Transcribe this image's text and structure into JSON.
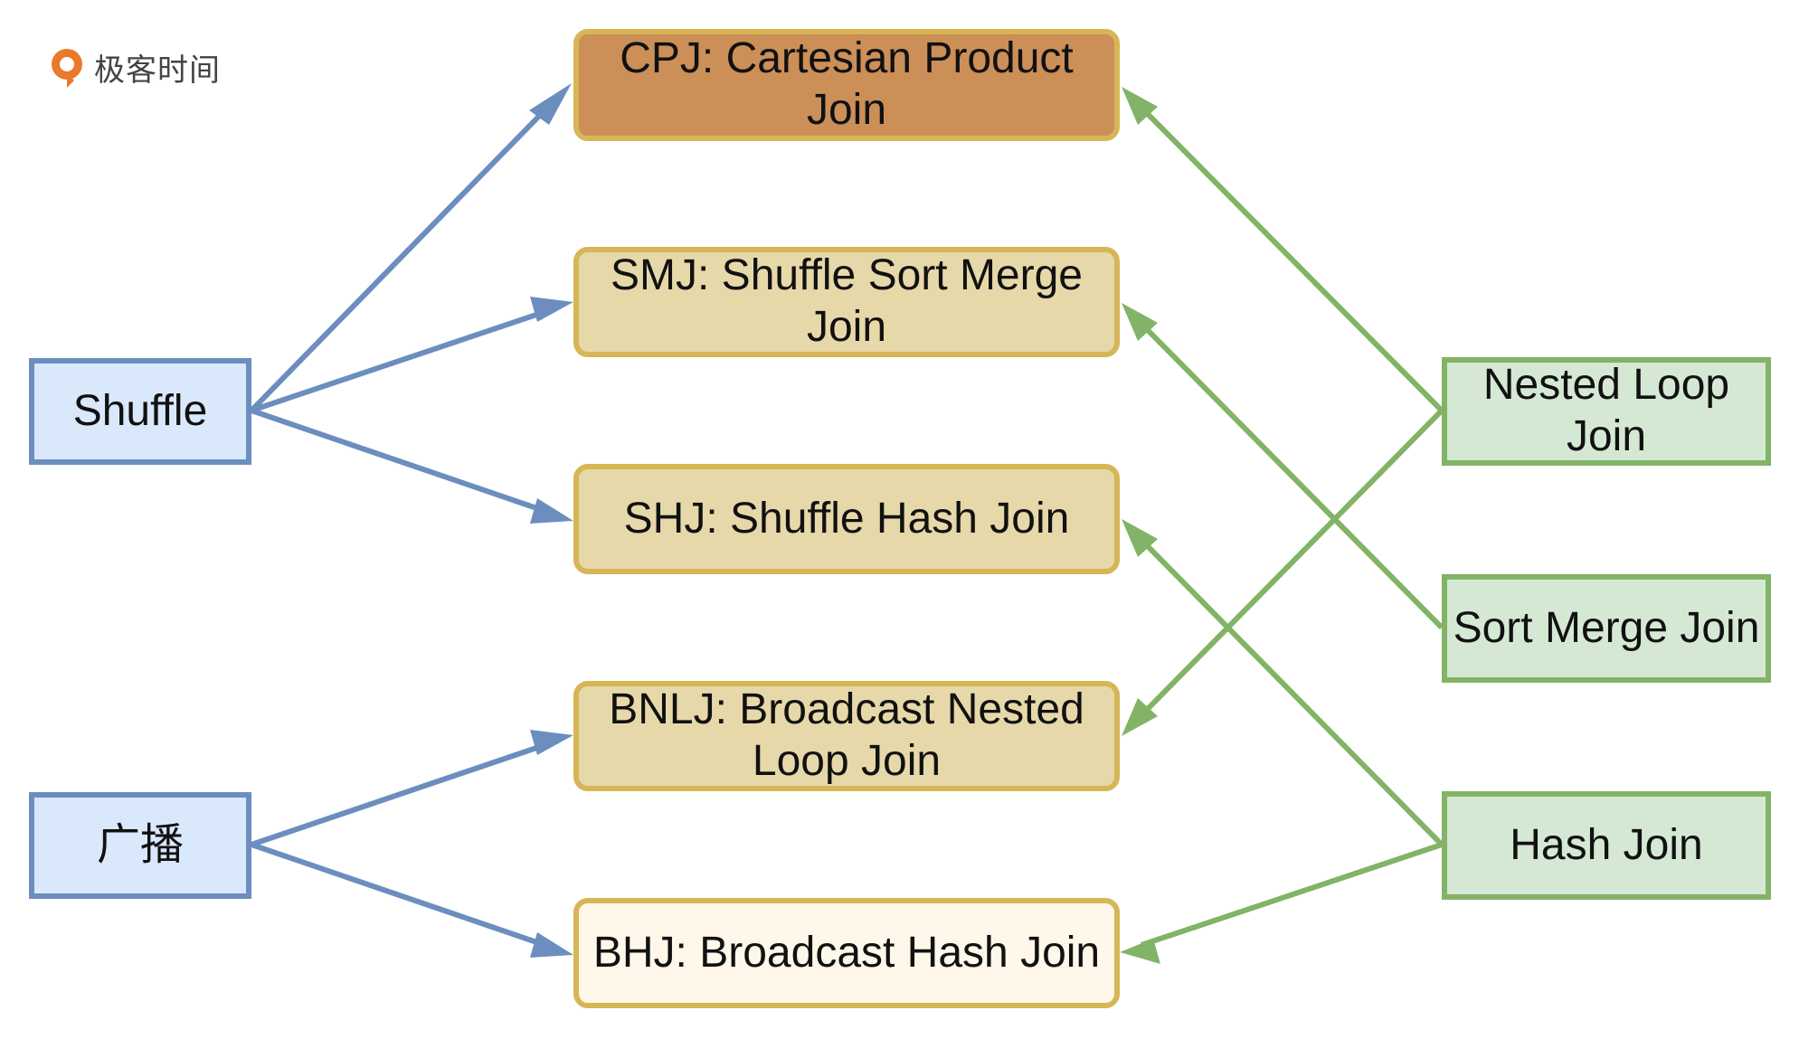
{
  "logo": {
    "text": "极客时间"
  },
  "colors": {
    "shuffle_arrow": "#6c8ebf",
    "join_arrow": "#82b366",
    "source_fill": "#dae8fc",
    "target_fill": "#d5e8d4",
    "cpj_fill": "#cc8f58",
    "join_fill": "#e7d8a9",
    "bhj_fill": "#fff8ea",
    "join_border": "#d6b656"
  },
  "sources": {
    "shuffle": "Shuffle",
    "broadcast": "广播"
  },
  "joins": {
    "cpj": "CPJ: Cartesian Product Join",
    "smj": "SMJ: Shuffle Sort Merge Join",
    "shj": "SHJ: Shuffle Hash Join",
    "bnlj": "BNLJ: Broadcast Nested Loop Join",
    "bhj": "BHJ: Broadcast Hash Join"
  },
  "mechanisms": {
    "nlj": "Nested Loop Join",
    "smj": "Sort Merge Join",
    "hj": "Hash Join"
  },
  "edges": [
    {
      "from": "shuffle",
      "to": "cpj"
    },
    {
      "from": "shuffle",
      "to": "smj"
    },
    {
      "from": "shuffle",
      "to": "shj"
    },
    {
      "from": "broadcast",
      "to": "bnlj"
    },
    {
      "from": "broadcast",
      "to": "bhj"
    },
    {
      "from": "nlj",
      "to": "cpj"
    },
    {
      "from": "nlj",
      "to": "bnlj"
    },
    {
      "from": "smj",
      "to": "smj"
    },
    {
      "from": "hj",
      "to": "shj"
    },
    {
      "from": "hj",
      "to": "bhj"
    }
  ]
}
